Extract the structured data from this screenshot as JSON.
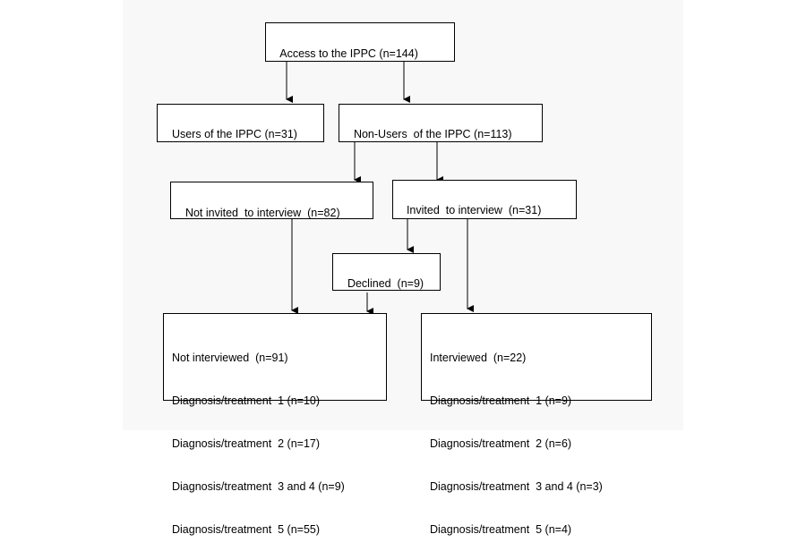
{
  "flowchart": {
    "access": "Access to the IPPC (n=144)",
    "users": "Users of the IPPC (n=31)",
    "non_users": "Non-Users  of the IPPC (n=113)",
    "not_invited": "Not invited  to interview  (n=82)",
    "invited": "Invited  to interview  (n=31)",
    "declined": "Declined  (n=9)",
    "not_interviewed": [
      "Not interviewed  (n=91)",
      "Diagnosis/treatment  1 (n=10)",
      "Diagnosis/treatment  2 (n=17)",
      "Diagnosis/treatment  3 and 4 (n=9)",
      "Diagnosis/treatment  5 (n=55)"
    ],
    "interviewed": [
      "Interviewed  (n=22)",
      "Diagnosis/treatment  1 (n=9)",
      "Diagnosis/treatment  2 (n=6)",
      "Diagnosis/treatment  3 and 4 (n=3)",
      "Diagnosis/treatment  5 (n=4)"
    ]
  }
}
